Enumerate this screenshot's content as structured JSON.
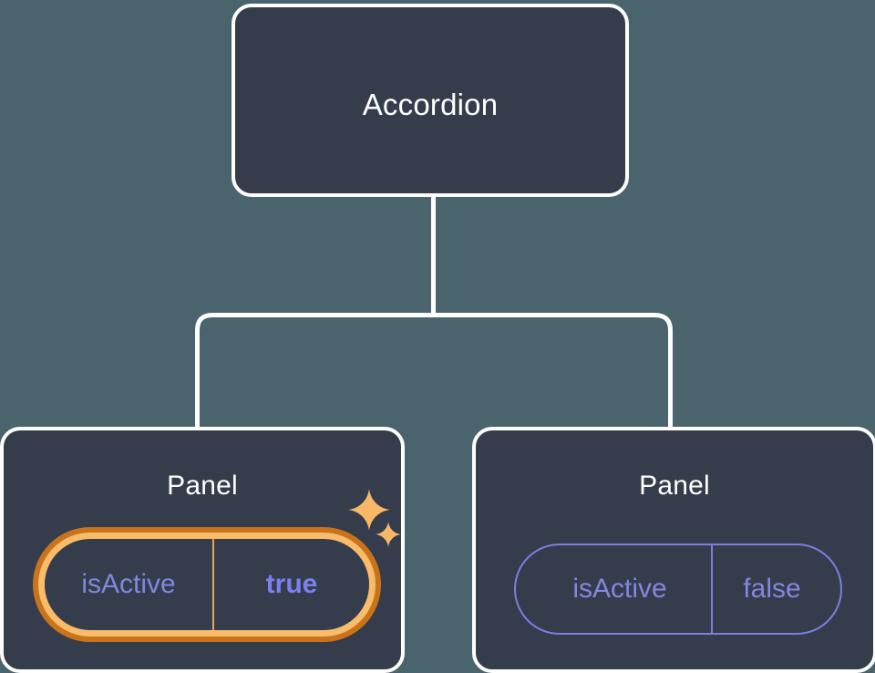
{
  "diagram": {
    "type": "component-tree",
    "background_color": "#4a646d",
    "node_fill_color": "#353c4b",
    "node_border_color": "#ffffff",
    "connector_color": "#ffffff",
    "highlight_color": "#f8bc6a",
    "highlight_outer_color": "#c9741a",
    "prop_text_color": "#8287e0",
    "root": {
      "label": "Accordion"
    },
    "children": [
      {
        "label": "Panel",
        "highlighted": true,
        "prop": {
          "key": "isActive",
          "value": "true"
        },
        "sparkles": [
          "sparkle-icon",
          "sparkle-icon"
        ]
      },
      {
        "label": "Panel",
        "highlighted": false,
        "prop": {
          "key": "isActive",
          "value": "false"
        }
      }
    ]
  }
}
